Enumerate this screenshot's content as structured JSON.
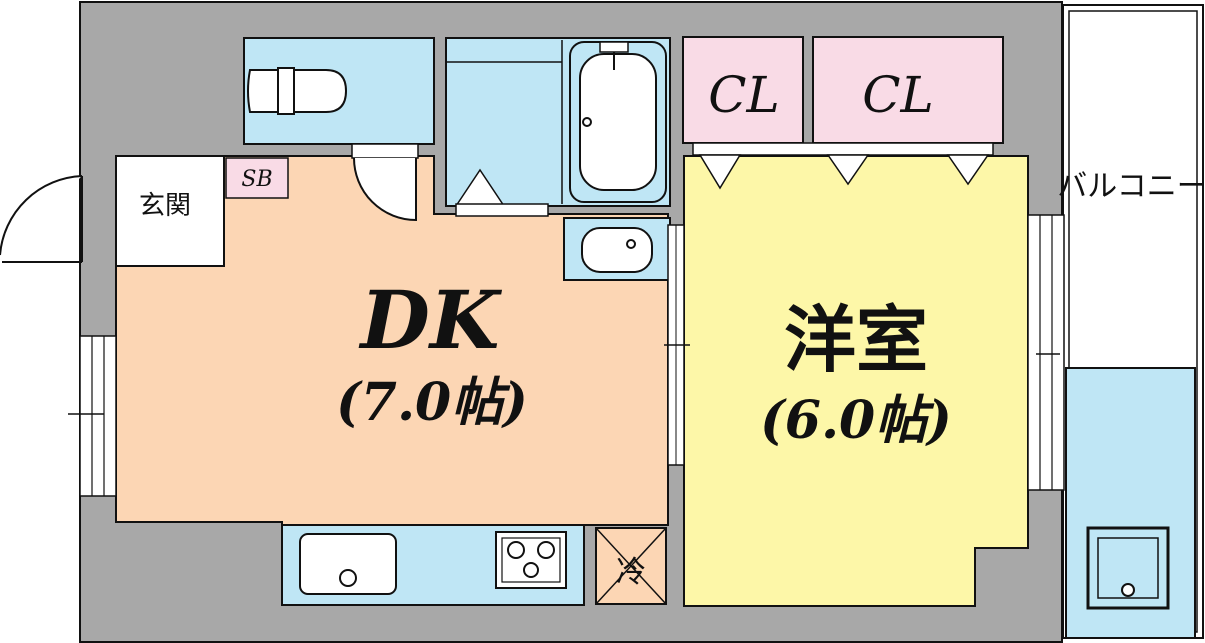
{
  "labels": {
    "entrance": "玄関",
    "shoe_box": "SB",
    "closet_1": "CL",
    "closet_2": "CL",
    "balcony": "バルコニー",
    "refrigerator": "冷"
  },
  "rooms": {
    "dk": {
      "name": "DK",
      "size": "(7.0帖)"
    },
    "western": {
      "name": "洋室",
      "size": "(6.0帖)"
    }
  },
  "colors": {
    "wall": "#a8a8a8",
    "dk_floor": "#fcd6b4",
    "western_floor": "#fdf7a8",
    "wet_area": "#bfe6f5",
    "closet": "#f9dbe6",
    "line": "#111111"
  }
}
